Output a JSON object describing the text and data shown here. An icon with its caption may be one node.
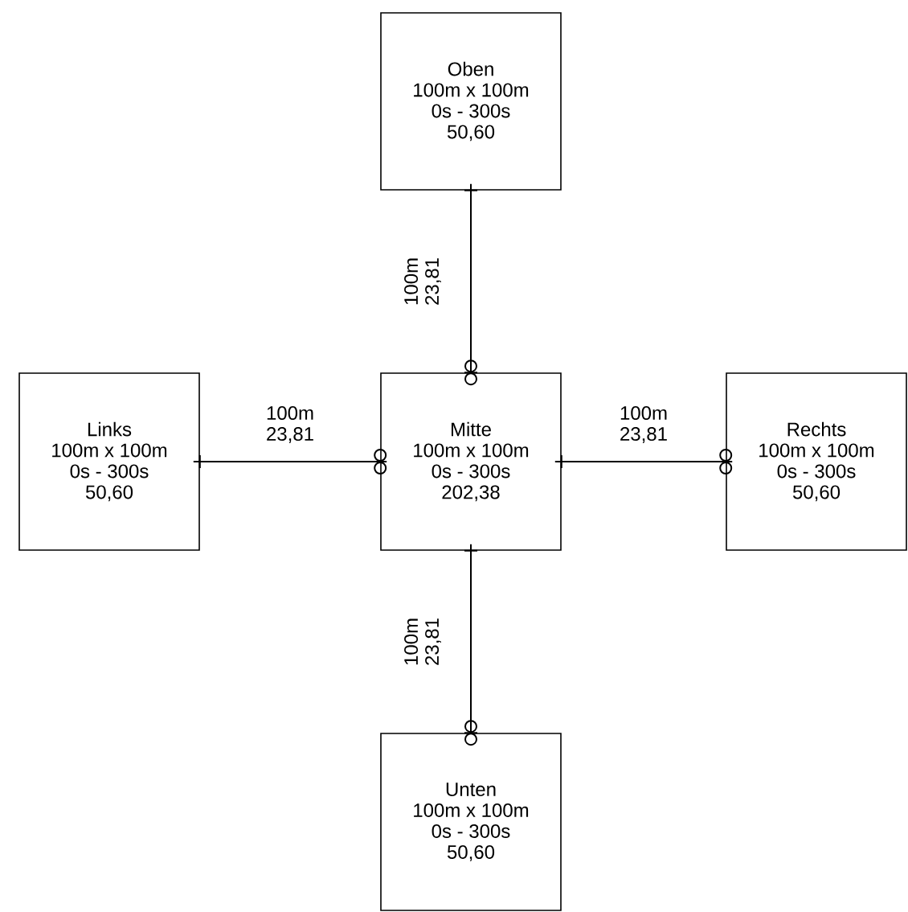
{
  "diagram": {
    "nodes": [
      {
        "text": [
          "Oben",
          "100m x 100m",
          "0s - 300s",
          "50,60"
        ]
      },
      {
        "text": [
          "Links",
          "100m x 100m",
          "0s - 300s",
          "50,60"
        ]
      },
      {
        "text": [
          "Mitte",
          "100m x 100m",
          "0s - 300s",
          "202,38"
        ]
      },
      {
        "text": [
          "Rechts",
          "100m x 100m",
          "0s - 300s",
          "50,60"
        ]
      },
      {
        "text": [
          "Unten",
          "100m x 100m",
          "0s - 300s",
          "50,60"
        ]
      }
    ],
    "edges": [
      {
        "from": 0,
        "to": 2,
        "arrow": "other",
        "label": "100m 23,81"
      },
      {
        "from": 1,
        "to": 2,
        "arrow": "other",
        "label": "100m 23,81"
      },
      {
        "from": 2,
        "to": 3,
        "arrow": "other",
        "label": "100m 23,81"
      },
      {
        "from": 2,
        "to": 4,
        "arrow": "other",
        "label": "100m 23,81"
      }
    ]
  }
}
